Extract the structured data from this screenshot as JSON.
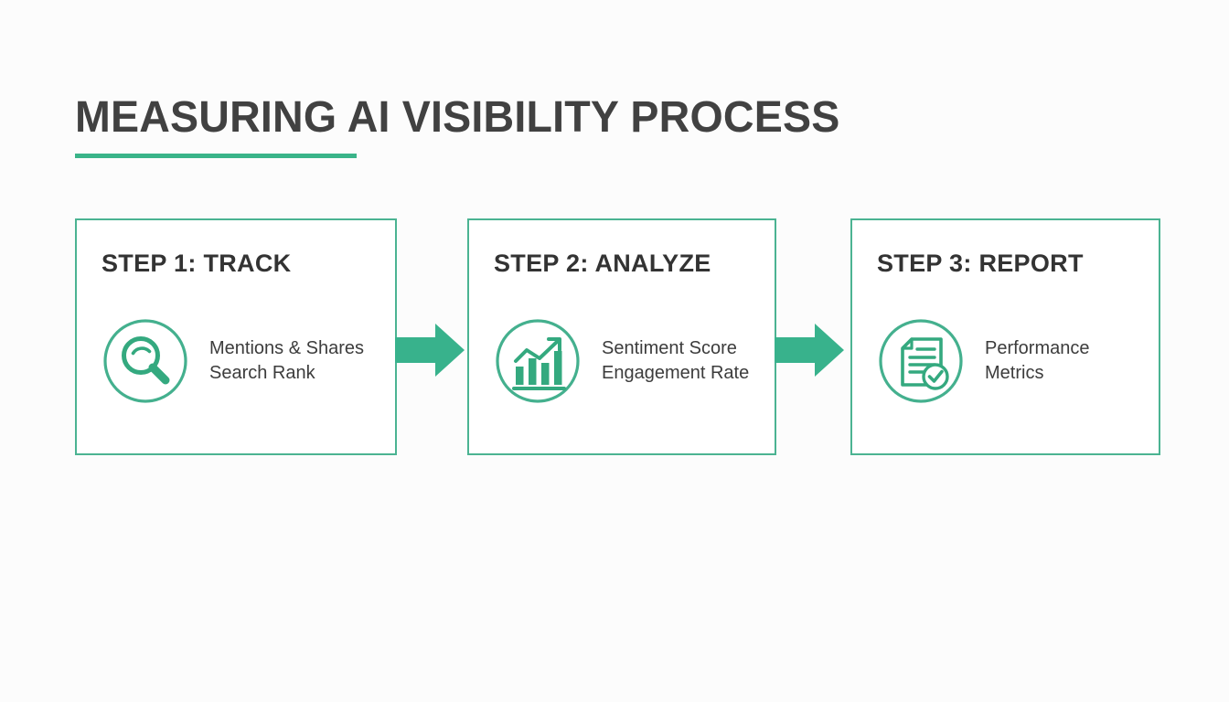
{
  "slide": {
    "title": "MEASURING AI VISIBILITY PROCESS",
    "background_color": "#fcfcfc",
    "accent_color": "#3ab489",
    "border_color": "#4bb392",
    "heading_color": "#414141",
    "body_text_color": "#3c3c3c"
  },
  "steps": [
    {
      "heading": "STEP 1: TRACK",
      "icon": "magnifier-icon",
      "details": [
        "Mentions & Shares",
        "Search Rank"
      ]
    },
    {
      "heading": "STEP 2: ANALYZE",
      "icon": "bar-chart-trend-icon",
      "details": [
        "Sentiment Score",
        "Engagement Rate"
      ]
    },
    {
      "heading": "STEP 3: REPORT",
      "icon": "document-check-icon",
      "details": [
        "Performance",
        "Metrics"
      ]
    }
  ],
  "connectors": [
    {
      "name": "arrow-step1-to-step2",
      "icon": "right-arrow-icon"
    },
    {
      "name": "arrow-step2-to-step3",
      "icon": "right-arrow-icon"
    }
  ]
}
